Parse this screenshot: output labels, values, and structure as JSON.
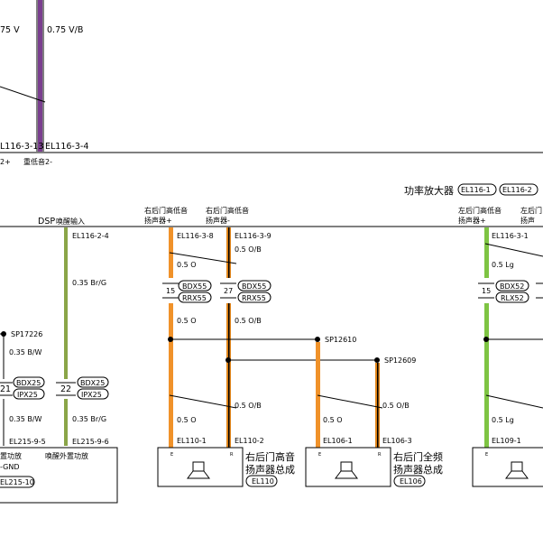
{
  "colors": {
    "orange": "#f0922a",
    "orange_dark": "#e0851a",
    "green": "#7ec443",
    "olive_green": "#8aa548",
    "purple": "#7a3f8f",
    "black": "#000000"
  },
  "top_left": {
    "label_a": "75 V",
    "label_b": "0.75 V/B",
    "pin_a": "L116-3-13",
    "pin_b": "EL116-3-4",
    "name_a": "2+",
    "name_b": "重低音2-"
  },
  "module": {
    "title": "功率放大器",
    "badge_1": "EL116-1",
    "badge_2": "EL116-2"
  },
  "dsp": {
    "label": "DSP",
    "wake_label": "唤醒输入",
    "pin_top": "EL116-2-4",
    "wire_top": "0.35 Br/G",
    "connector_num": "22",
    "connector_a": "BDX25",
    "connector_b": "IPX25",
    "wire_bottom": "0.35 Br/G",
    "pin_bottom": "EL215-9-6",
    "device": "唤醒外置功放"
  },
  "left_branch": {
    "splice": "SP17226",
    "wire_top": "0.35 B/W",
    "connector_num": "21",
    "wire_bottom": "0.35 B/W",
    "pin_bottom": "EL215-9-5",
    "device_a": "置功放",
    "device_b": "-GND",
    "badge": "EL215-10"
  },
  "rr_tweeter": {
    "label_pos_1": "右后门高低音",
    "label_pos_2": "扬声器+",
    "label_neg_1": "右后门高低音",
    "label_neg_2": "扬声器-",
    "pin_pos": "EL116-3-8",
    "pin_neg": "EL116-3-9",
    "wire_neg_top": "0.5 O/B",
    "wire_pos_top": "0.5 O",
    "conn_pos_num": "15",
    "conn_neg_num": "27",
    "conn_a": "BDX55",
    "conn_b": "RRX55",
    "wire_pos_mid": "0.5 O",
    "wire_neg_mid": "0.5 O/B",
    "wire_neg_bottom": "0.5 O/B",
    "wire_pos_bottom": "0.5 O",
    "pin_out_pos": "EL110-1",
    "pin_out_neg": "EL110-2",
    "device_1": "右后门高音",
    "device_2": "扬声器总成",
    "device_badge": "EL110"
  },
  "splices": {
    "sp_a": "SP12610",
    "sp_b": "SP12609"
  },
  "rr_full": {
    "wire_pos": "0.5 O",
    "wire_neg": "0.5 O/B",
    "pin_pos": "EL106-1",
    "pin_neg": "EL106-3",
    "device_1": "右后门全频",
    "device_2": "扬声器总成",
    "device_badge": "EL106"
  },
  "lr": {
    "label_pos_1": "左后门高低音",
    "label_pos_2": "扬声器+",
    "label_neg_1": "左后门",
    "label_neg_2": "扬声",
    "pin_pos": "EL116-3-1",
    "wire_top": "0.5 Lg",
    "conn_num": "15",
    "conn_a": "BDX52",
    "conn_b": "RLX52",
    "wire_bottom": "0.5 Lg",
    "pin_out": "EL109-1"
  },
  "speaker_terminals": {
    "neg": "E",
    "pos": "R"
  }
}
